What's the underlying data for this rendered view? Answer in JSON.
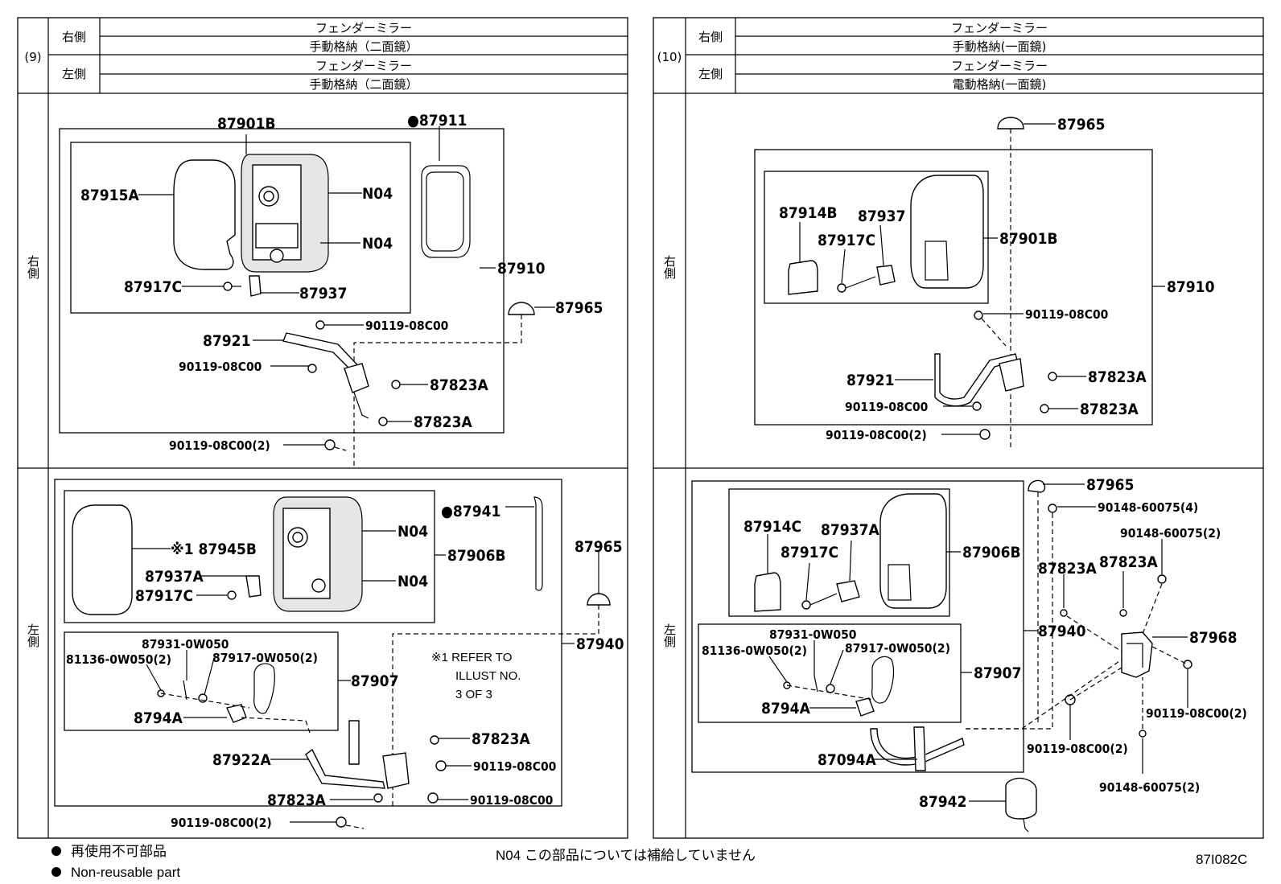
{
  "panels": [
    {
      "id": "(9)",
      "right_label": "右側",
      "right_type": "フェンダーミラー",
      "right_sub": "手動格納（二面鏡）",
      "left_label": "左側",
      "left_type": "フェンダーミラー",
      "left_sub": "手動格納（二面鏡）",
      "row_right": "右側",
      "row_left": "左側"
    },
    {
      "id": "(10)",
      "right_label": "右側",
      "right_type": "フェンダーミラー",
      "right_sub": "手動格納(一面鏡)",
      "left_label": "左側",
      "left_type": "フェンダーミラー",
      "left_sub": "電動格納(一面鏡)",
      "row_right": "右側",
      "row_left": "左側"
    }
  ],
  "callouts": {
    "p9r": [
      "87901B",
      "●87911",
      "87915A",
      "N04",
      "N04",
      "87910",
      "87917C",
      "87937",
      "87965",
      "90119-08C00",
      "87921",
      "90119-08C00",
      "87823A",
      "87823A",
      "90119-08C00(2)"
    ],
    "p9l": [
      "●87941",
      "87965",
      "N04",
      "※1 87945B",
      "87906B",
      "N04",
      "87937A",
      "87917C",
      "87940",
      "87931-0W050",
      "81136-0W050(2)",
      "87917-0W050(2)",
      "87907",
      "8794A",
      "87823A",
      "87922A",
      "90119-08C00",
      "87823A",
      "90119-08C00",
      "90119-08C00(2)"
    ],
    "p10r": [
      "87965",
      "87914B",
      "87937",
      "87917C",
      "87901B",
      "87910",
      "90119-08C00",
      "87823A",
      "87921",
      "90119-08C00",
      "87823A",
      "90119-08C00(2)"
    ],
    "p10l": [
      "87965",
      "90148-60075(4)",
      "90148-60075(2)",
      "87914C",
      "87937A",
      "87917C",
      "87906B",
      "87823A",
      "87823A",
      "87940",
      "87968",
      "87931-0W050",
      "81136-0W050(2)",
      "87917-0W050(2)",
      "87907",
      "8794A",
      "90119-08C00(2)",
      "90119-08C00(2)",
      "87094A",
      "90148-60075(2)",
      "87942"
    ]
  },
  "refer_note": [
    "※1 REFER TO",
    "ILLUST NO.",
    "3 OF 3"
  ],
  "footer": {
    "legend_jp": "再使用不可部品",
    "legend_en": "Non-reusable part",
    "note": "N04 この部品については補給していません",
    "code": "87I082C"
  }
}
